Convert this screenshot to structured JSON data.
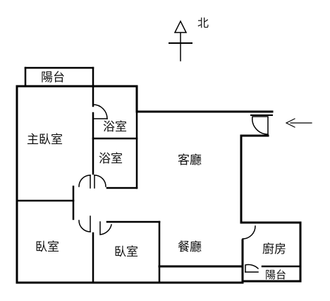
{
  "compass": {
    "north_label": "北"
  },
  "rooms": {
    "balcony_top": "陽台",
    "master_bedroom": "主臥室",
    "bath_1": "浴室",
    "bath_2": "浴室",
    "living_room": "客廳",
    "bedroom_1": "臥室",
    "bedroom_2": "臥室",
    "dining_room": "餐廳",
    "kitchen": "廚房",
    "balcony_kitchen": "陽台"
  },
  "entrance_icon": "arrow-left-icon"
}
